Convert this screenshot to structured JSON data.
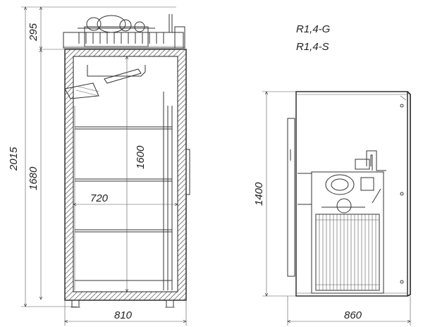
{
  "models": [
    "R1,4-G",
    "R1,4-S"
  ],
  "front_view": {
    "total_height": "2015",
    "body_height": "1680",
    "unit_height": "295",
    "inner_height": "1600",
    "inner_width": "720",
    "width": "810"
  },
  "side_view": {
    "height": "1400",
    "depth": "860"
  }
}
